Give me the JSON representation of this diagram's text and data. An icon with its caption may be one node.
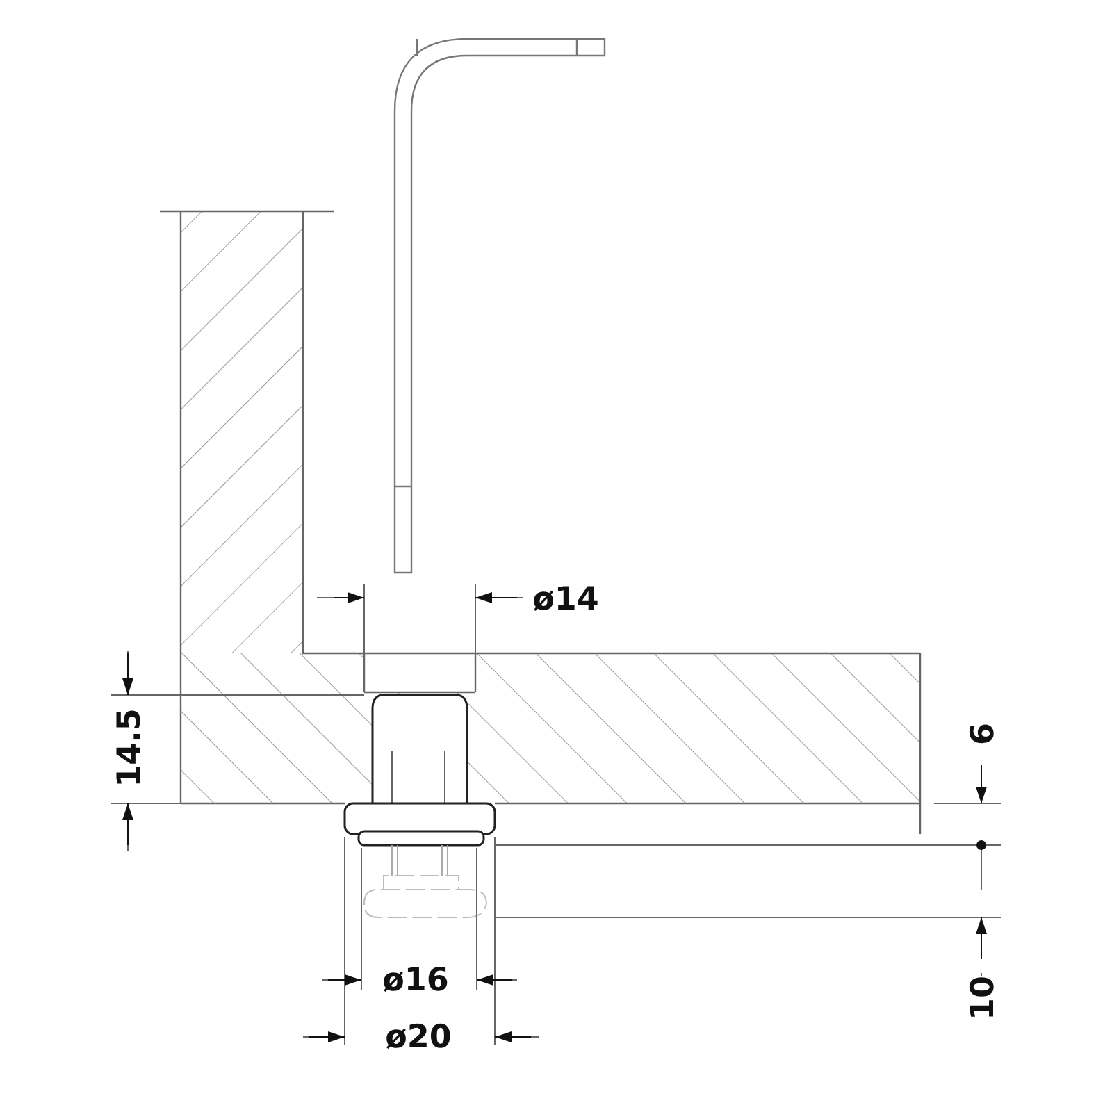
{
  "diagram": {
    "labels": [
      "ø14",
      "14.5",
      "6",
      "ø16",
      "10",
      "ø20"
    ]
  }
}
